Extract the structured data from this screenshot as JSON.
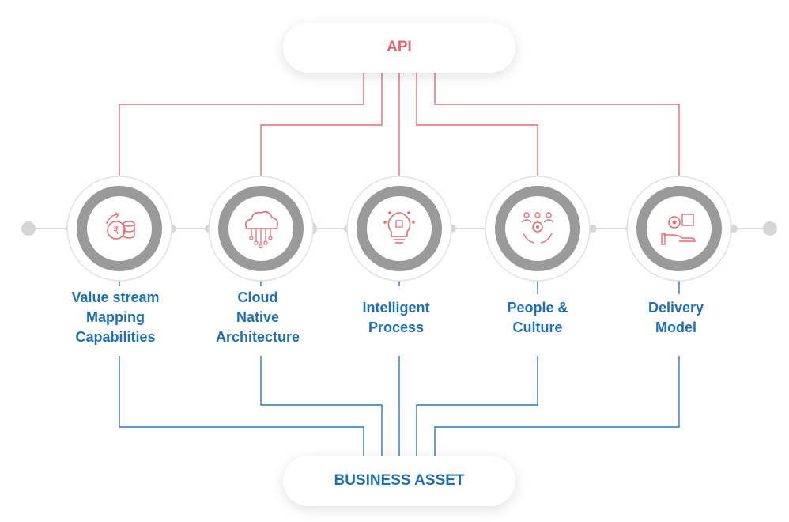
{
  "top_node": {
    "label": "API",
    "color": "#e8616c"
  },
  "bottom_node": {
    "label": "BUSINESS ASSET",
    "color": "#1f6fb5"
  },
  "colors": {
    "red_line": "#e86b74",
    "blue_line": "#2a79bd",
    "gray_dot": "#d6d6d6",
    "ring_gray": "#9a9a9a"
  },
  "pillars": [
    {
      "label": "Value stream\nMapping\nCapabilities",
      "icon": "rupee-coins-icon"
    },
    {
      "label": "Cloud\nNative\nArchitecture",
      "icon": "cloud-network-icon"
    },
    {
      "label": "Intelligent\nProcess",
      "icon": "lightbulb-chip-icon"
    },
    {
      "label": "People &\nCulture",
      "icon": "people-gear-icon"
    },
    {
      "label": "Delivery\nModel",
      "icon": "gear-box-hand-icon"
    }
  ]
}
